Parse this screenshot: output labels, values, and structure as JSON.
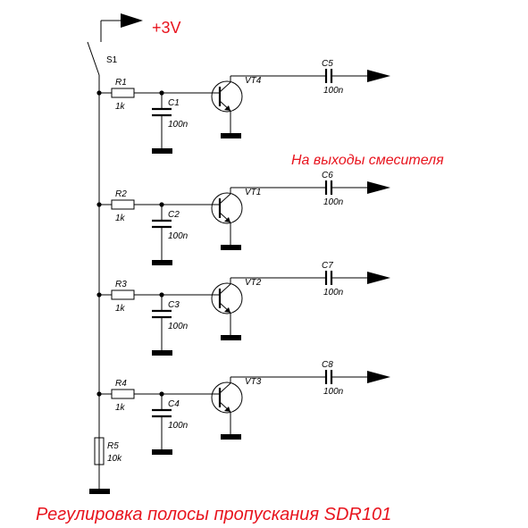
{
  "supply": {
    "label": "+3V"
  },
  "switch": {
    "label": "S1"
  },
  "output_note": "На выходы смесителя",
  "caption": "Регулировка полосы пропускания SDR101",
  "stages": [
    {
      "resistor": "R1",
      "resistor_value": "1k",
      "cap_shunt": "C1",
      "cap_shunt_value": "100n",
      "transistor": "VT4",
      "cap_out": "C5",
      "cap_out_value": "100n"
    },
    {
      "resistor": "R2",
      "resistor_value": "1k",
      "cap_shunt": "C2",
      "cap_shunt_value": "100n",
      "transistor": "VT1",
      "cap_out": "C6",
      "cap_out_value": "100n"
    },
    {
      "resistor": "R3",
      "resistor_value": "1k",
      "cap_shunt": "C3",
      "cap_shunt_value": "100n",
      "transistor": "VT2",
      "cap_out": "C7",
      "cap_out_value": "100n"
    },
    {
      "resistor": "R4",
      "resistor_value": "1k",
      "cap_shunt": "C4",
      "cap_shunt_value": "100n",
      "transistor": "VT3",
      "cap_out": "C8",
      "cap_out_value": "100n"
    }
  ],
  "bottom_resistor": {
    "label": "R5",
    "value": "10k"
  },
  "colors": {
    "annotation": "#e8141e",
    "ink": "#000000"
  }
}
